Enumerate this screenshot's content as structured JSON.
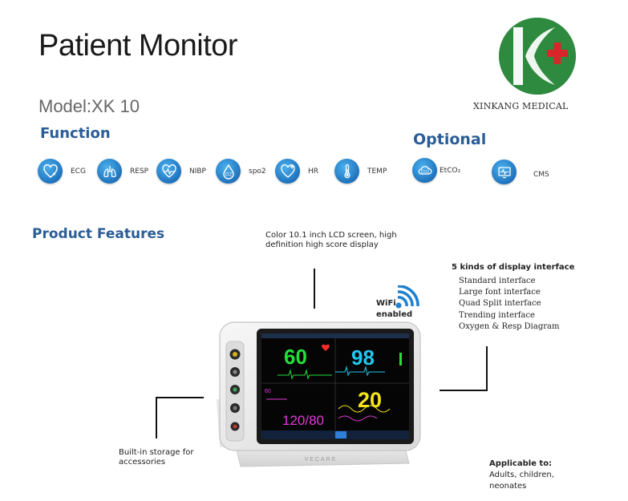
{
  "header": {
    "title": "Patient Monitor",
    "model": "Model:XK 10"
  },
  "logo": {
    "company": "XINKANG MEDICAL",
    "color": "#2e8a3e",
    "cross_color": "#d9262a"
  },
  "sections": {
    "function": "Function",
    "optional": "Optional",
    "features": "Product  Features"
  },
  "functions": [
    {
      "icon": "heart-pulse-icon",
      "label": "ECG"
    },
    {
      "icon": "lungs-icon",
      "label": "RESP"
    },
    {
      "icon": "heart-wave-icon",
      "label": "NIBP"
    },
    {
      "icon": "oxygen-drop-icon",
      "label": "spo2"
    },
    {
      "icon": "heart-plus-icon",
      "label": "HR"
    },
    {
      "icon": "thermometer-icon",
      "label": "TEMP"
    }
  ],
  "optional": [
    {
      "icon": "co2-cloud-icon",
      "label": "EtCO₂"
    },
    {
      "icon": "monitor-wave-icon",
      "label": "CMS"
    }
  ],
  "features": {
    "screen_line1": "Color 10.1 inch LCD screen, high",
    "screen_line2": "definition high score display",
    "wifi_line1": "WiFi",
    "wifi_line2": "enabled",
    "display_title": "5 kinds of display interface",
    "display_items": [
      "Standard interface",
      "Large font interface",
      "Quad Split interface",
      "Trending interface",
      "Oxygen & Resp Diagram"
    ],
    "storage_line1": "Built-in storage for",
    "storage_line2": "accessories",
    "applicable_title": "Applicable to:",
    "applicable_line1": "Adults,  children,",
    "applicable_line2": "neonates"
  },
  "screen": {
    "hr": "60",
    "spo2": "98",
    "resp": "20",
    "nibp": "120/80",
    "small_label": "60",
    "brand": "VECARE",
    "hr_color": "#22e03a",
    "spo2_color": "#1ec8f0",
    "resp_color": "#f5e41a",
    "nibp_color": "#e23ad8",
    "alarm_color": "#ff2a2a"
  }
}
